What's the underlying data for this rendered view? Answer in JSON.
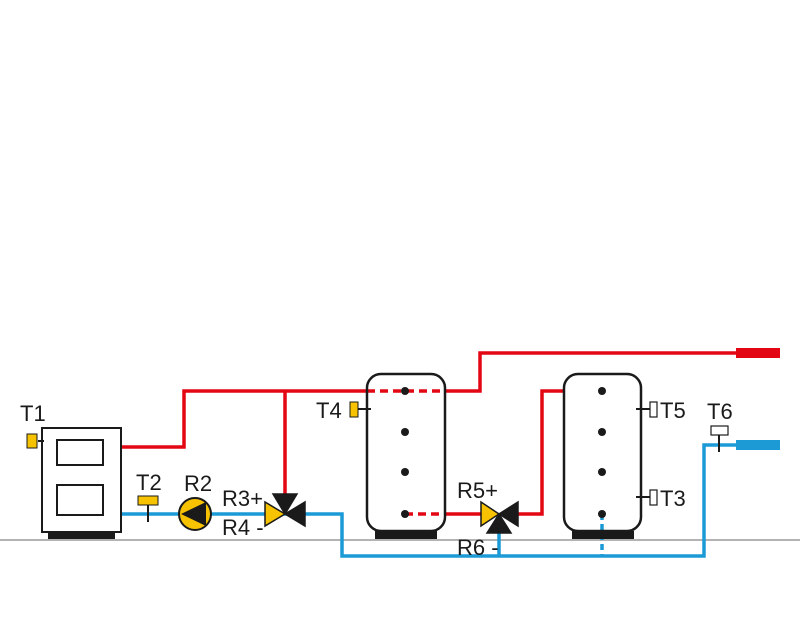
{
  "labels": {
    "t1": "T1",
    "t2": "T2",
    "t3": "T3",
    "t4": "T4",
    "t5": "T5",
    "t6": "T6",
    "r2": "R2",
    "r3": "R3+",
    "r4": "R4 -",
    "r5": "R5+",
    "r6": "R6 -"
  },
  "colors": {
    "hot_pipe": "#e30613",
    "cold_pipe": "#1b9ad6",
    "sensor": "#f7c300",
    "outline": "#1a1a1a",
    "tank_fill": "#ffffff",
    "floor_line": "#9a9a9a"
  }
}
